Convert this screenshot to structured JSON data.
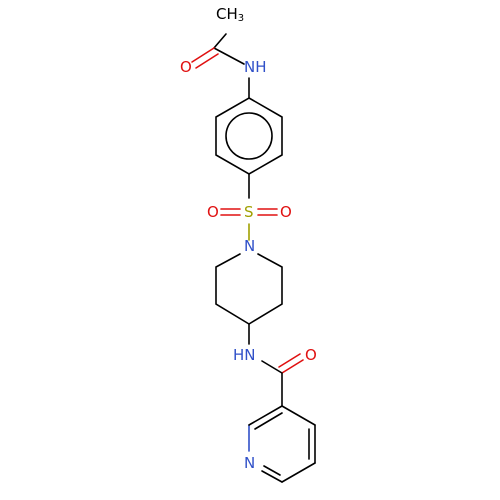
{
  "molecule": {
    "atoms": {
      "methyl": {
        "symbol": "CH",
        "subscript": "3"
      },
      "o_acetyl": {
        "symbol": "O"
      },
      "n_amide_top": {
        "symbol": "NH"
      },
      "s_sulfonyl": {
        "symbol": "S"
      },
      "o_sulfonyl_left": {
        "symbol": "O"
      },
      "o_sulfonyl_right": {
        "symbol": "O"
      },
      "n_piperidine": {
        "symbol": "N"
      },
      "n_amide_bottom": {
        "symbol": "HN"
      },
      "o_amide_bottom": {
        "symbol": "O"
      },
      "n_pyridine": {
        "symbol": "N"
      }
    }
  },
  "colors": {
    "bond": "#000000",
    "nitrogen": "#3050c8",
    "oxygen": "#e01010",
    "sulfur": "#a0a000"
  }
}
